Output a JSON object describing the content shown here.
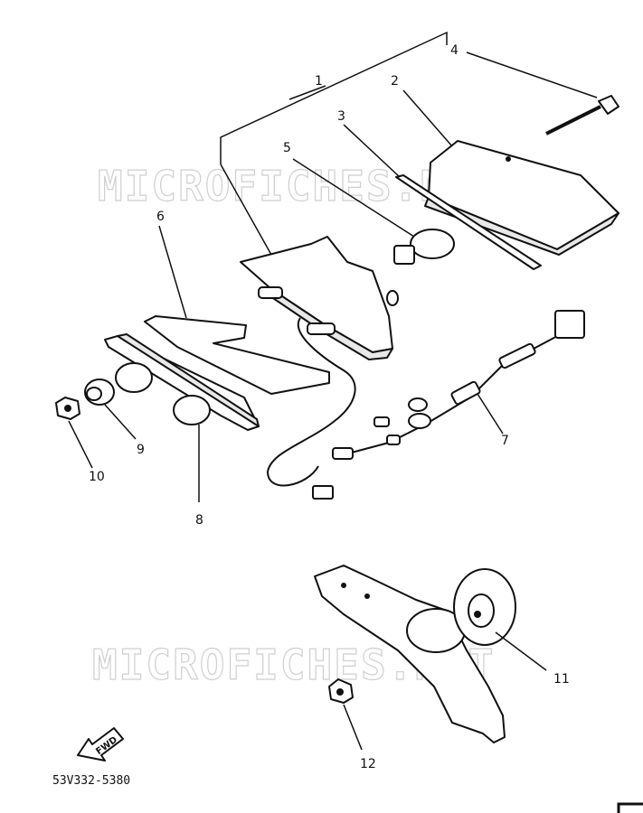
{
  "watermark": "MICROFICHES.NET",
  "document_code": "53V332-5380",
  "direction_arrow": {
    "label": "FWD",
    "icon": "fwd-arrow-icon"
  },
  "callouts": {
    "c1": "1",
    "c2": "2",
    "c3": "3",
    "c4": "4",
    "c5": "5",
    "c6": "6",
    "c7": "7",
    "c8": "8",
    "c9": "9",
    "c10": "10",
    "c11": "11",
    "c12": "12"
  }
}
